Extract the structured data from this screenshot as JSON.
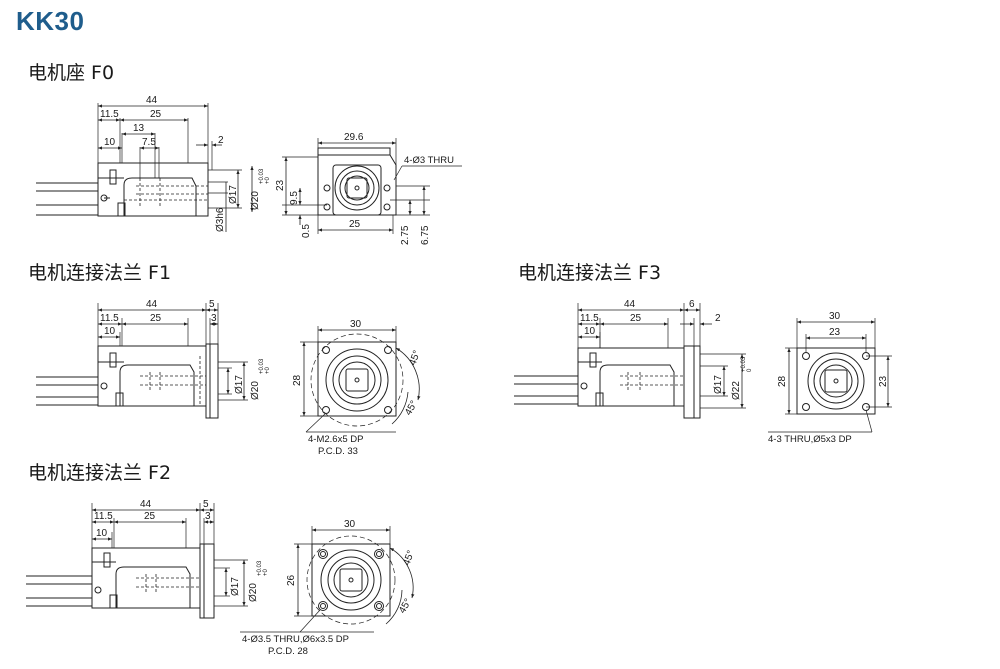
{
  "title": "KK30",
  "sections": {
    "f0": {
      "label": "电机座 F0",
      "side": {
        "d44": "44",
        "d11_5": "11.5",
        "d25": "25",
        "d13": "13",
        "d10": "10",
        "d7_5": "7.5",
        "d2": "2",
        "d3h6": "Ø3h6",
        "d17": "Ø17",
        "d20": "Ø20",
        "tol_up": "+0.03",
        "tol_lo": "+0"
      },
      "front": {
        "d29_6": "29.6",
        "d23": "23",
        "d9_5": "9.5",
        "d0_5": "0.5",
        "d25": "25",
        "d2_75": "2.75",
        "d6_75": "6.75",
        "note": "4-Ø3 THRU"
      }
    },
    "f1": {
      "label": "电机连接法兰 F1",
      "side": {
        "d44": "44",
        "d5": "5",
        "d11_5": "11.5",
        "d25": "25",
        "d3": "3",
        "d10": "10",
        "d17": "Ø17",
        "d20": "Ø20",
        "tol_up": "+0.03",
        "tol_lo": "+0"
      },
      "front": {
        "d30": "30",
        "d28": "28",
        "a45a": "45°",
        "a45b": "45°",
        "note1": "4-M2.6x5 DP",
        "note2": "P.C.D. 33"
      }
    },
    "f2": {
      "label": "电机连接法兰 F2",
      "side": {
        "d44": "44",
        "d5": "5",
        "d11_5": "11.5",
        "d25": "25",
        "d3": "3",
        "d10": "10",
        "d17": "Ø17",
        "d20": "Ø20",
        "tol_up": "+0.03",
        "tol_lo": "+0"
      },
      "front": {
        "d30": "30",
        "d26": "26",
        "a45a": "45°",
        "a45b": "45°",
        "note1": "4-Ø3.5 THRU,Ø6x3.5 DP",
        "note2": "P.C.D. 28"
      }
    },
    "f3": {
      "label": "电机连接法兰 F3",
      "side": {
        "d44": "44",
        "d6": "6",
        "d11_5": "11.5",
        "d25": "25",
        "d2": "2",
        "d10": "10",
        "d17": "Ø17",
        "d22": "Ø22",
        "tol_up": "+0.03",
        "tol_lo": "0"
      },
      "front": {
        "d30": "30",
        "d23a": "23",
        "d28": "28",
        "d23b": "23",
        "note": "4-3 THRU,Ø5x3 DP"
      }
    }
  }
}
